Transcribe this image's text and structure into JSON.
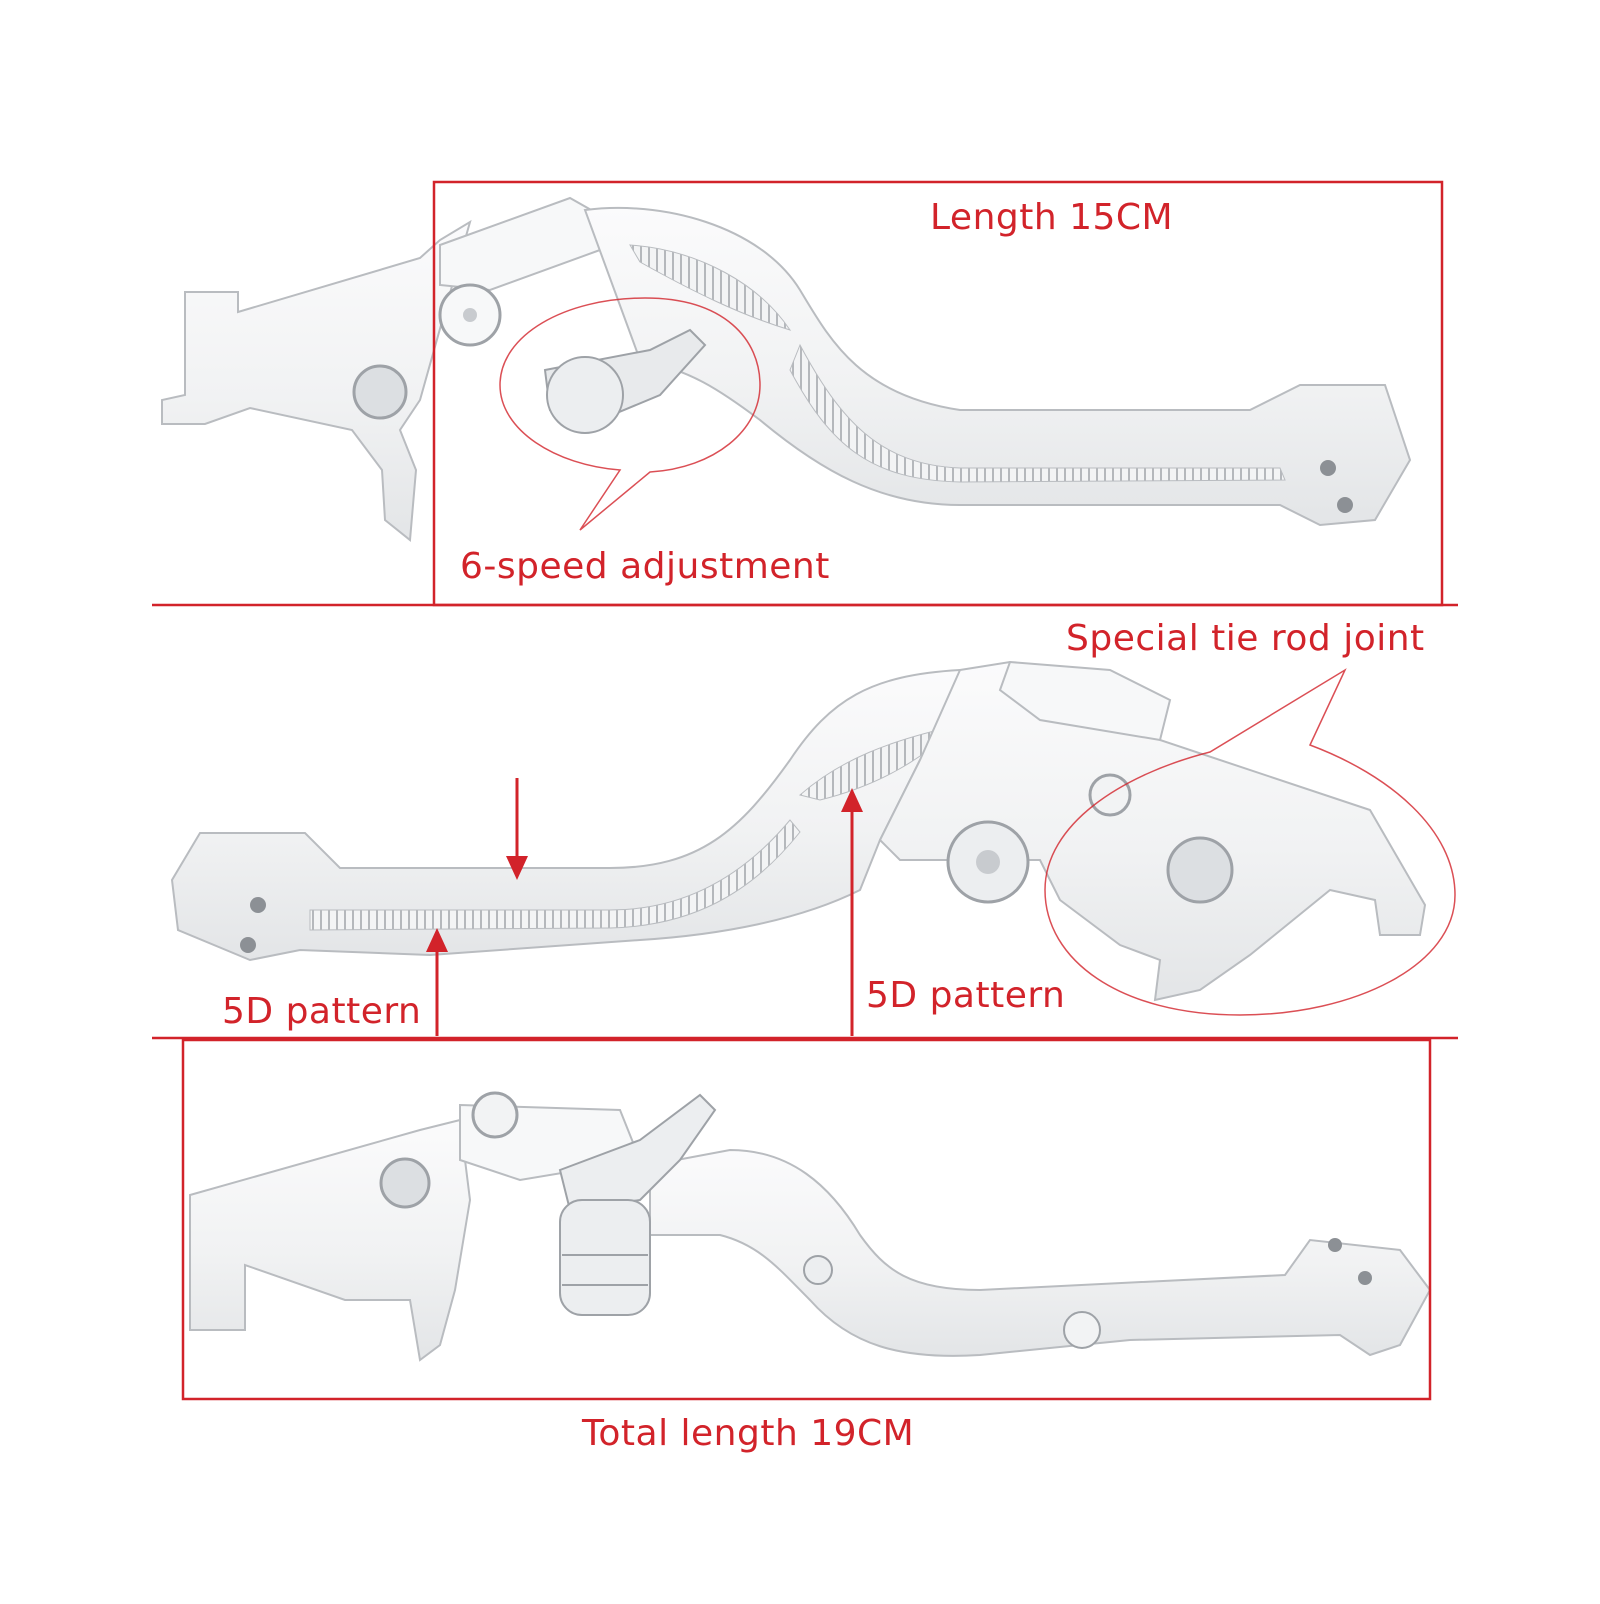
{
  "colors": {
    "annotation": "#d2232a",
    "lever_fill": "#f4f5f6",
    "lever_edge": "#b9bcc0",
    "lever_shadow": "#e2e4e6"
  },
  "labels": {
    "length_short": "Length 15CM",
    "six_speed": "6-speed adjustment",
    "tie_rod": "Special tie rod joint",
    "pattern_left": "5D pattern",
    "pattern_right": "5D pattern",
    "total_length": "Total length 19CM"
  }
}
